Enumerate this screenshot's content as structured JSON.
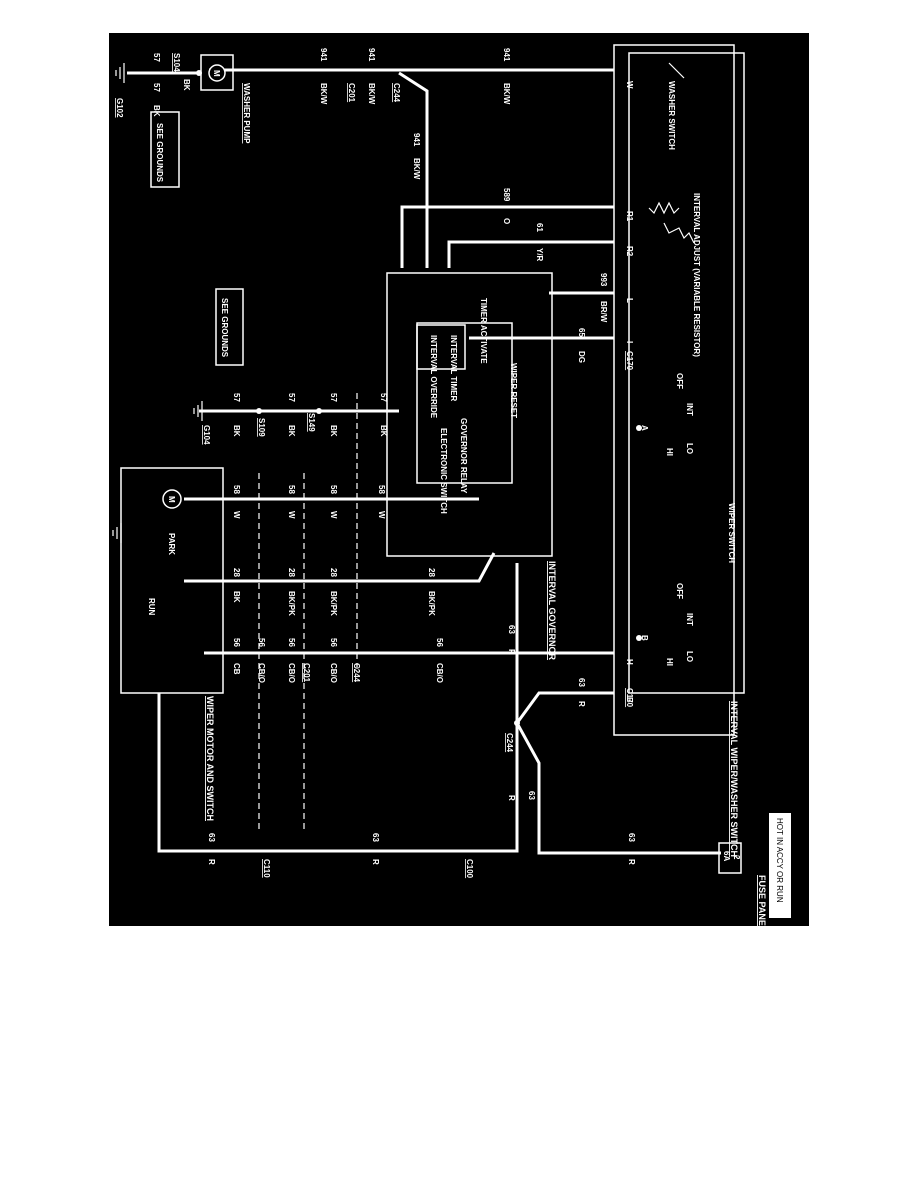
{
  "diagram": {
    "hot_label": "HOT IN ACCY OR RUN",
    "fuse_panel": {
      "title": "FUSE PANEL",
      "fuse_number": "2",
      "fuse_rating": "6A"
    },
    "components": {
      "interval_wiper_washer_switch": "INTERVAL WIPER/WASHER SWITCH",
      "wiper_switch": "WIPER SWITCH",
      "washer_switch": "WASHER SWITCH",
      "interval_adjust": "INTERVAL ADJUST (VARIABLE RESISTOR)",
      "interval_governor": "INTERVAL GOVERNOR",
      "governor_relay": "GOVERNOR RELAY",
      "electronic_switch": "ELECTRONIC SWITCH",
      "wiper_reset": "WIPER RESET",
      "timer_activate": "TIMER ACTIVATE",
      "interval_timer": "INTERVAL TIMER",
      "interval_override": "INTERVAL OVERRIDE",
      "washer_pump": "WASHER PUMP",
      "wiper_motor_and_switch": "WIPER MOTOR AND SWITCH",
      "park": "PARK",
      "run": "RUN",
      "motor_symbol": "M"
    },
    "see_grounds": [
      "SEE GROUNDS",
      "SEE GROUNDS"
    ],
    "switch_positions": {
      "off": "OFF",
      "int": "INT",
      "lo": "LO",
      "hi": "HI",
      "mark_a": "A",
      "mark_b": "B"
    },
    "switch_pins": {
      "w": "W",
      "r1": "R1",
      "r2": "R2",
      "l": "L",
      "i": "I",
      "h": "H",
      "b": "B"
    },
    "connectors": {
      "c170_top": "C170",
      "c170_bottom": "C170",
      "c244_top": "C244",
      "c244_mid": "C244",
      "c244_bottom": "C244",
      "c201_top": "C201",
      "c201_mid": "C201",
      "c110": "C110",
      "c100": "C100"
    },
    "splices_grounds": {
      "s104": "S104",
      "s109": "S109",
      "s149": "S149",
      "g102": "G102",
      "g104": "G104"
    },
    "circuits": {
      "c57": "57",
      "c941": "941",
      "c589": "589",
      "c61": "61",
      "c993": "993",
      "c65": "65",
      "c58": "58",
      "c28": "28",
      "c56": "56",
      "c63": "63"
    },
    "colors": {
      "bk": "BK",
      "bkw": "BK/W",
      "o": "O",
      "yr": "Y/R",
      "brw": "BR/W",
      "dg": "DG",
      "w": "W",
      "bkpk": "BK/PK",
      "cbo": "CB/O",
      "cb": "CB",
      "r": "R"
    }
  }
}
